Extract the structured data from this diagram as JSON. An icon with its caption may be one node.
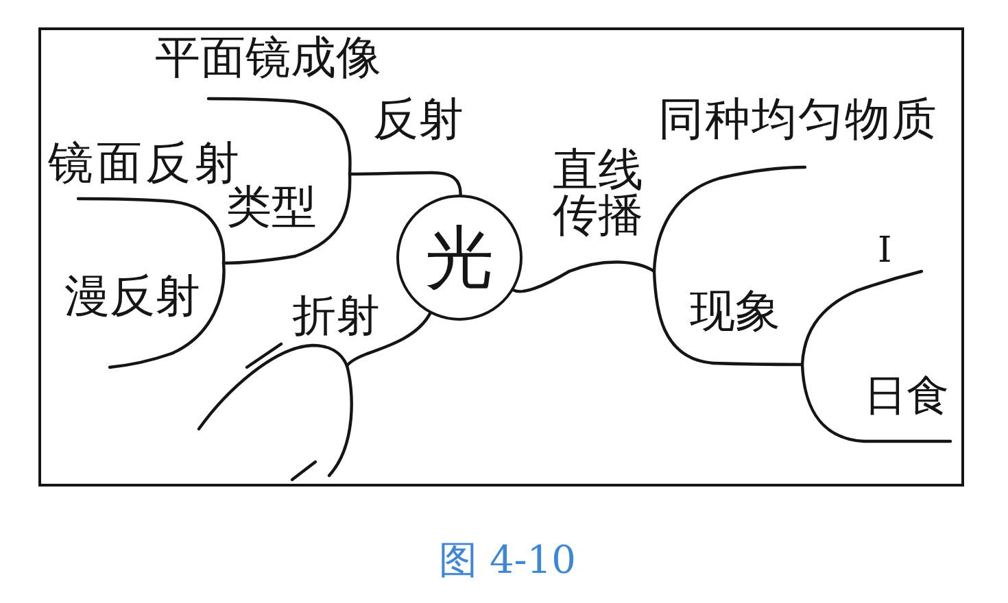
{
  "diagram": {
    "caption": "图 4-10",
    "nodes": [
      {
        "text": [
          "光"
        ]
      },
      {
        "text": [
          "反射"
        ]
      },
      {
        "text": [
          "平面镜成像"
        ]
      },
      {
        "text": [
          "类型"
        ]
      },
      {
        "text": [
          "镜面反射"
        ]
      },
      {
        "text": [
          "漫反射"
        ]
      },
      {
        "text": [
          "折射"
        ]
      },
      {
        "text": [
          "直线传播"
        ]
      },
      {
        "text": [
          "同种均匀物质"
        ]
      },
      {
        "text": [
          "现象"
        ]
      },
      {
        "text": [
          "I"
        ]
      },
      {
        "text": [
          "日食"
        ]
      }
    ],
    "edges": [
      {
        "from": 0,
        "to": 1,
        "arrow": "none"
      },
      {
        "from": 1,
        "to": 2,
        "arrow": "none"
      },
      {
        "from": 1,
        "to": 3,
        "arrow": "none"
      },
      {
        "from": 3,
        "to": 4,
        "arrow": "none"
      },
      {
        "from": 3,
        "to": 5,
        "arrow": "none"
      },
      {
        "from": 0,
        "to": 6,
        "arrow": "none"
      },
      {
        "from": 6,
        "to": null,
        "arrow": "none"
      },
      {
        "from": 6,
        "to": null,
        "arrow": "none"
      },
      {
        "from": 0,
        "to": 7,
        "arrow": "none"
      },
      {
        "from": 7,
        "to": 8,
        "arrow": "none"
      },
      {
        "from": 7,
        "to": 9,
        "arrow": "none"
      },
      {
        "from": 9,
        "to": 10,
        "arrow": "none"
      },
      {
        "from": 9,
        "to": 11,
        "arrow": "none"
      }
    ]
  }
}
